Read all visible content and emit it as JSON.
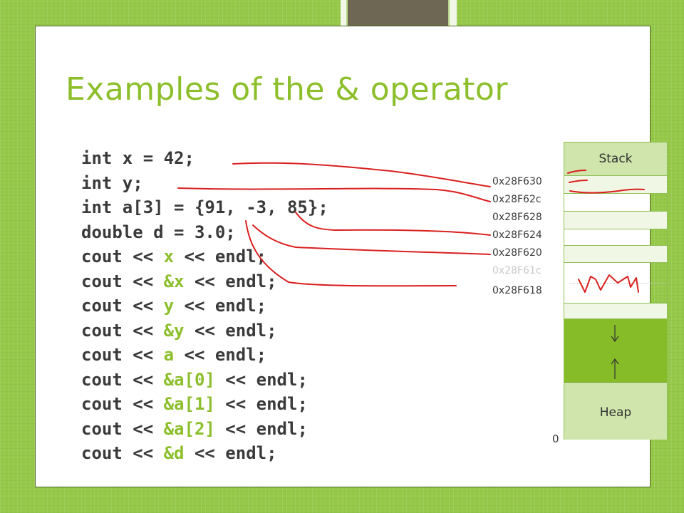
{
  "slide": {
    "title": "Examples of the & operator"
  },
  "code_lines": [
    [
      {
        "t": "int x = 42;"
      }
    ],
    [
      {
        "t": "int y;"
      }
    ],
    [
      {
        "t": "int a[3] = {91, -3, 85};"
      }
    ],
    [
      {
        "t": "double d = 3.0;"
      }
    ],
    [
      {
        "t": "cout << "
      },
      {
        "t": "x",
        "hl": true
      },
      {
        "t": " << endl;"
      }
    ],
    [
      {
        "t": "cout << "
      },
      {
        "t": "&x",
        "hl": true
      },
      {
        "t": " << endl;"
      }
    ],
    [
      {
        "t": "cout << "
      },
      {
        "t": "y",
        "hl": true
      },
      {
        "t": " << endl;"
      }
    ],
    [
      {
        "t": "cout << "
      },
      {
        "t": "&y",
        "hl": true
      },
      {
        "t": " << endl;"
      }
    ],
    [
      {
        "t": "cout << "
      },
      {
        "t": "a",
        "hl": true
      },
      {
        "t": " << endl;"
      }
    ],
    [
      {
        "t": "cout << "
      },
      {
        "t": "&a[0]",
        "hl": true
      },
      {
        "t": " << endl;"
      }
    ],
    [
      {
        "t": "cout << "
      },
      {
        "t": "&a[1]",
        "hl": true
      },
      {
        "t": " << endl;"
      }
    ],
    [
      {
        "t": "cout << "
      },
      {
        "t": "&a[2]",
        "hl": true
      },
      {
        "t": " << endl;"
      }
    ],
    [
      {
        "t": "cout << "
      },
      {
        "t": "&d",
        "hl": true
      },
      {
        "t": " << endl;"
      }
    ]
  ],
  "memory": {
    "stack_label": "Stack",
    "heap_label": "Heap",
    "bottom_address": "0",
    "addresses": [
      "0x28F630",
      "0x28F62c",
      "0x28F628",
      "0x28F624",
      "0x28F620",
      "0x28F61c",
      "0x28F618"
    ],
    "faded_address_index": 5
  },
  "colors": {
    "accent": "#8cbf2b",
    "background": "#96c94a",
    "code_text": "#3a3a3a",
    "annotation_ink": "#d9201f",
    "heap_fill": "#86bc28"
  }
}
